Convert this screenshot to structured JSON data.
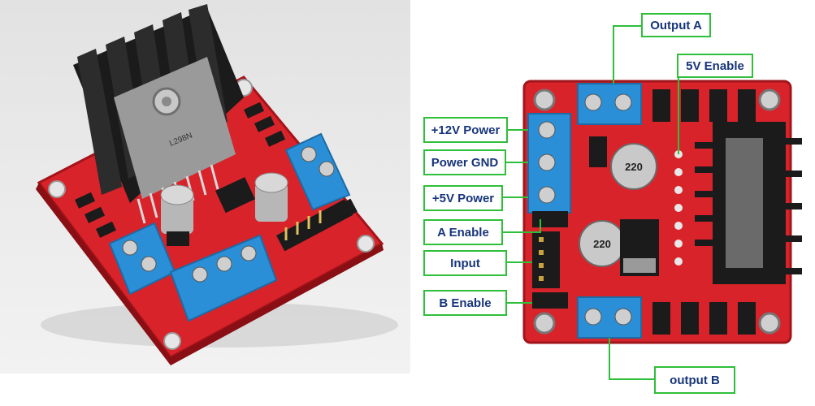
{
  "photo": {
    "chip_text": "L298N"
  },
  "board_caps": {
    "cap1": "220",
    "cap2": "220"
  },
  "labels": {
    "output_a": "Output A",
    "enable_5v": "5V Enable",
    "power_12v": "+12V Power",
    "power_gnd": "Power GND",
    "power_5v": "+5V Power",
    "a_enable": "A Enable",
    "input": "Input",
    "b_enable": "B Enable",
    "output_b": "output B"
  },
  "colors": {
    "board_red": "#d9232a",
    "terminal_blue": "#2a8fd6",
    "label_border": "#2fbf3a",
    "label_text": "#17357a",
    "heatsink": "#1b1b1b"
  }
}
